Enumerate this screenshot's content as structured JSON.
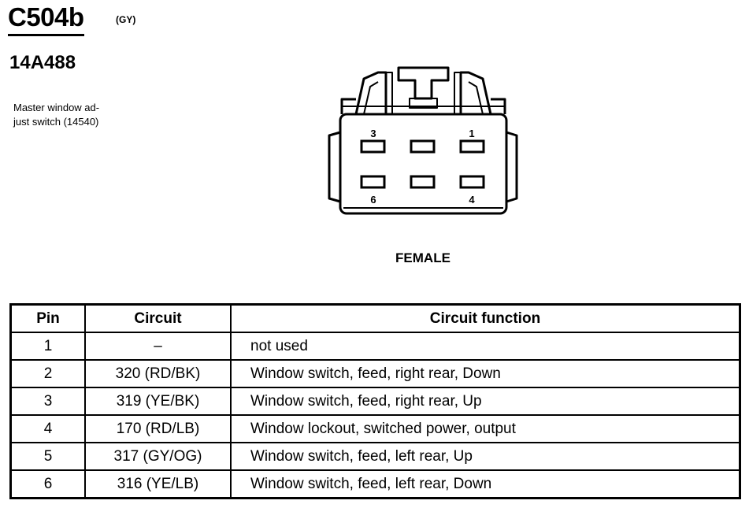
{
  "header": {
    "connector_id": "C504b",
    "connector_color": "(GY)",
    "part_number": "14A488",
    "description_line1": "Master window ad-",
    "description_line2": "just switch (14540)"
  },
  "diagram": {
    "pin_labels": {
      "pin3": "3",
      "pin1": "1",
      "pin6": "6",
      "pin4": "4"
    },
    "gender": "FEMALE"
  },
  "table": {
    "headers": {
      "pin": "Pin",
      "circuit": "Circuit",
      "function": "Circuit function"
    },
    "rows": [
      {
        "pin": "1",
        "circuit": "–",
        "function": "not used"
      },
      {
        "pin": "2",
        "circuit": "320 (RD/BK)",
        "function": "Window switch, feed, right rear, Down"
      },
      {
        "pin": "3",
        "circuit": "319 (YE/BK)",
        "function": "Window switch, feed, right rear, Up"
      },
      {
        "pin": "4",
        "circuit": "170 (RD/LB)",
        "function": "Window lockout, switched power, output"
      },
      {
        "pin": "5",
        "circuit": "317 (GY/OG)",
        "function": "Window switch, feed, left rear, Up"
      },
      {
        "pin": "6",
        "circuit": "316 (YE/LB)",
        "function": "Window switch, feed, left rear, Down"
      }
    ]
  }
}
